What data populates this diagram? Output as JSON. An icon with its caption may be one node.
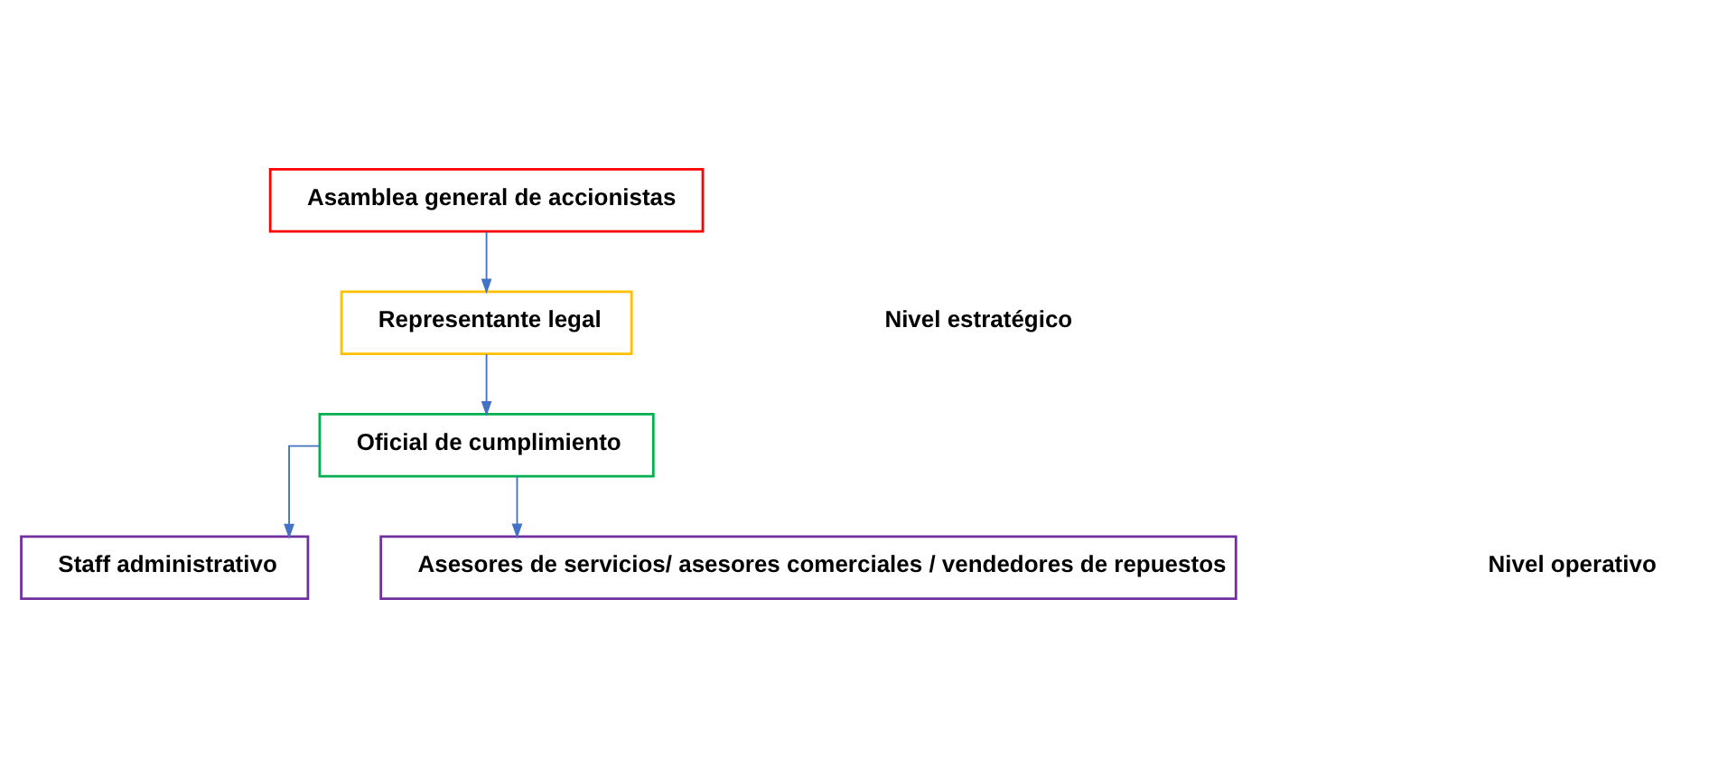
{
  "diagram": {
    "nodes": [
      {
        "text": [
          "Asamblea general de accionistas"
        ]
      },
      {
        "text": [
          "Representante legal"
        ]
      },
      {
        "text": [
          "Oficial de cumplimiento"
        ]
      },
      {
        "text": [
          "Staff administrativo"
        ]
      },
      {
        "text": [
          "Asesores de servicios/ asesores comerciales / vendedores de repuestos"
        ]
      }
    ],
    "edges": [
      {
        "from": 0,
        "to": 1,
        "arrow": "to"
      },
      {
        "from": 1,
        "to": 2,
        "arrow": "to"
      },
      {
        "from": 2,
        "to": 3,
        "arrow": "to"
      },
      {
        "from": 2,
        "to": 4,
        "arrow": "to"
      }
    ],
    "labels": [
      "Nivel estratégico",
      "Nivel operativo"
    ]
  }
}
